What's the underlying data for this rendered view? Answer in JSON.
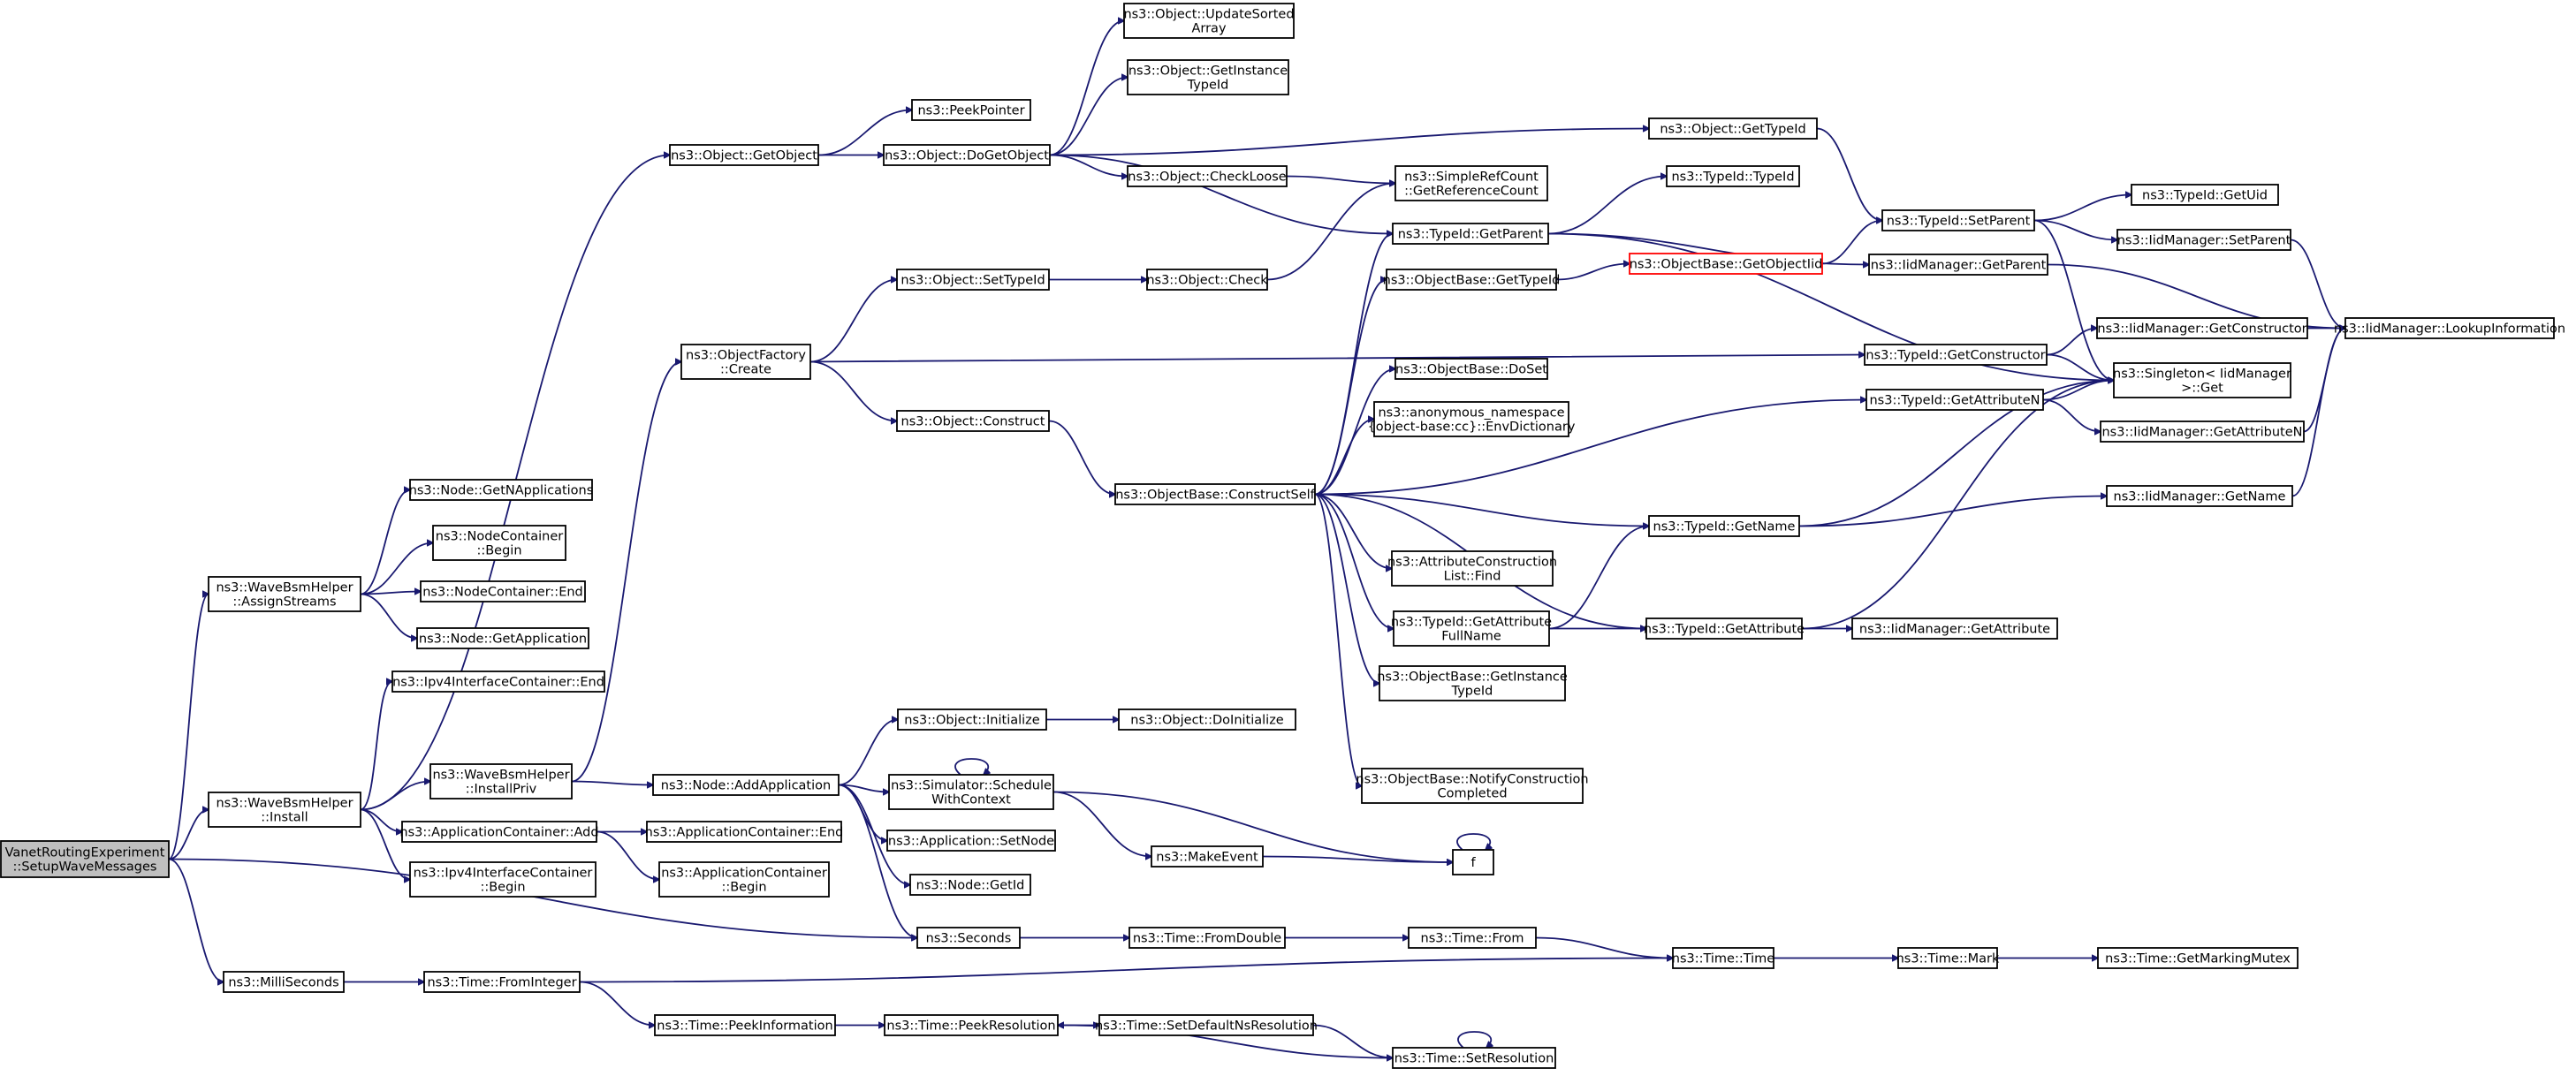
{
  "graph": {
    "nodes": [
      {
        "id": "root",
        "lines": [
          "VanetRoutingExperiment",
          "::SetupWaveMessages"
        ],
        "style": "root"
      },
      {
        "id": "milli",
        "lines": [
          "ns3::MilliSeconds"
        ]
      },
      {
        "id": "wbh_install",
        "lines": [
          "ns3::WaveBsmHelper",
          "::Install"
        ]
      },
      {
        "id": "wbh_assign",
        "lines": [
          "ns3::WaveBsmHelper",
          "::AssignStreams"
        ]
      },
      {
        "id": "seconds",
        "lines": [
          "ns3::Seconds"
        ]
      },
      {
        "id": "node_getn",
        "lines": [
          "ns3::Node::GetNApplications"
        ]
      },
      {
        "id": "nc_begin",
        "lines": [
          "ns3::NodeContainer",
          "::Begin"
        ]
      },
      {
        "id": "nc_end",
        "lines": [
          "ns3::NodeContainer::End"
        ]
      },
      {
        "id": "node_getapp",
        "lines": [
          "ns3::Node::GetApplication"
        ]
      },
      {
        "id": "ipv4_end",
        "lines": [
          "ns3::Ipv4InterfaceContainer::End"
        ]
      },
      {
        "id": "wbh_installpriv",
        "lines": [
          "ns3::WaveBsmHelper",
          "::InstallPriv"
        ]
      },
      {
        "id": "appc_add",
        "lines": [
          "ns3::ApplicationContainer::Add"
        ]
      },
      {
        "id": "ipv4_begin",
        "lines": [
          "ns3::Ipv4InterfaceContainer",
          "::Begin"
        ]
      },
      {
        "id": "time_fromint",
        "lines": [
          "ns3::Time::FromInteger"
        ]
      },
      {
        "id": "obj_getobject",
        "lines": [
          "ns3::Object::GetObject"
        ]
      },
      {
        "id": "objfactory_create",
        "lines": [
          "ns3::ObjectFactory",
          "::Create"
        ]
      },
      {
        "id": "node_addapp",
        "lines": [
          "ns3::Node::AddApplication"
        ]
      },
      {
        "id": "appc_end",
        "lines": [
          "ns3::ApplicationContainer::End"
        ]
      },
      {
        "id": "appc_begin",
        "lines": [
          "ns3::ApplicationContainer",
          "::Begin"
        ]
      },
      {
        "id": "time_peekinfo",
        "lines": [
          "ns3::Time::PeekInformation"
        ]
      },
      {
        "id": "peekpointer",
        "lines": [
          "ns3::PeekPointer"
        ]
      },
      {
        "id": "obj_dogetobject",
        "lines": [
          "ns3::Object::DoGetObject"
        ]
      },
      {
        "id": "obj_settypeid",
        "lines": [
          "ns3::Object::SetTypeId"
        ]
      },
      {
        "id": "obj_construct",
        "lines": [
          "ns3::Object::Construct"
        ]
      },
      {
        "id": "obj_initialize",
        "lines": [
          "ns3::Object::Initialize"
        ]
      },
      {
        "id": "sim_schedule",
        "lines": [
          "ns3::Simulator::Schedule",
          "WithContext"
        ]
      },
      {
        "id": "app_setnode",
        "lines": [
          "ns3::Application::SetNode"
        ]
      },
      {
        "id": "node_getid",
        "lines": [
          "ns3::Node::GetId"
        ]
      },
      {
        "id": "time_peekres",
        "lines": [
          "ns3::Time::PeekResolution"
        ]
      },
      {
        "id": "obj_updatesorted",
        "lines": [
          "ns3::Object::UpdateSorted",
          "Array"
        ]
      },
      {
        "id": "obj_getinstancetypeid",
        "lines": [
          "ns3::Object::GetInstance",
          "TypeId"
        ]
      },
      {
        "id": "obj_checkloose",
        "lines": [
          "ns3::Object::CheckLoose"
        ]
      },
      {
        "id": "obj_check",
        "lines": [
          "ns3::Object::Check"
        ]
      },
      {
        "id": "objbase_constructself",
        "lines": [
          "ns3::ObjectBase::ConstructSelf"
        ]
      },
      {
        "id": "obj_doinitialize",
        "lines": [
          "ns3::Object::DoInitialize"
        ]
      },
      {
        "id": "makeevent",
        "lines": [
          "ns3::MakeEvent"
        ]
      },
      {
        "id": "time_fromdouble",
        "lines": [
          "ns3::Time::FromDouble"
        ]
      },
      {
        "id": "time_setdefault",
        "lines": [
          "ns3::Time::SetDefaultNsResolution"
        ]
      },
      {
        "id": "simplerefcount",
        "lines": [
          "ns3::SimpleRefCount",
          "::GetReferenceCount"
        ]
      },
      {
        "id": "typeid_getparent",
        "lines": [
          "ns3::TypeId::GetParent"
        ]
      },
      {
        "id": "objbase_gettypeid",
        "lines": [
          "ns3::ObjectBase::GetTypeId"
        ]
      },
      {
        "id": "objbase_doset",
        "lines": [
          "ns3::ObjectBase::DoSet"
        ]
      },
      {
        "id": "anon_envdict",
        "lines": [
          "ns3::anonymous_namespace",
          "{object-base:cc}::EnvDictionary"
        ]
      },
      {
        "id": "attrconstr_find",
        "lines": [
          "ns3::AttributeConstruction",
          "List::Find"
        ]
      },
      {
        "id": "typeid_getattrfull",
        "lines": [
          "ns3::TypeId::GetAttribute",
          "FullName"
        ]
      },
      {
        "id": "objbase_getinstance",
        "lines": [
          "ns3::ObjectBase::GetInstance",
          "TypeId"
        ]
      },
      {
        "id": "objbase_notify",
        "lines": [
          "ns3::ObjectBase::NotifyConstruction",
          "Completed"
        ]
      },
      {
        "id": "f",
        "lines": [
          "f"
        ]
      },
      {
        "id": "time_from",
        "lines": [
          "ns3::Time::From"
        ]
      },
      {
        "id": "time_setres",
        "lines": [
          "ns3::Time::SetResolution"
        ]
      },
      {
        "id": "obj_gettypeid",
        "lines": [
          "ns3::Object::GetTypeId"
        ]
      },
      {
        "id": "typeid_typeid",
        "lines": [
          "ns3::TypeId::TypeId"
        ]
      },
      {
        "id": "objbase_getobjectiid",
        "lines": [
          "ns3::ObjectBase::GetObjectIid"
        ],
        "style": "red"
      },
      {
        "id": "typeid_getname",
        "lines": [
          "ns3::TypeId::GetName"
        ]
      },
      {
        "id": "typeid_getattribute",
        "lines": [
          "ns3::TypeId::GetAttribute"
        ]
      },
      {
        "id": "time_time",
        "lines": [
          "ns3::Time::Time"
        ]
      },
      {
        "id": "typeid_setparent",
        "lines": [
          "ns3::TypeId::SetParent"
        ]
      },
      {
        "id": "iid_getparent",
        "lines": [
          "ns3::IidManager::GetParent"
        ]
      },
      {
        "id": "typeid_getconstructor",
        "lines": [
          "ns3::TypeId::GetConstructor"
        ]
      },
      {
        "id": "typeid_getattributen",
        "lines": [
          "ns3::TypeId::GetAttributeN"
        ]
      },
      {
        "id": "iid_getattribute",
        "lines": [
          "ns3::IidManager::GetAttribute"
        ]
      },
      {
        "id": "time_mark",
        "lines": [
          "ns3::Time::Mark"
        ]
      },
      {
        "id": "typeid_getuid",
        "lines": [
          "ns3::TypeId::GetUid"
        ]
      },
      {
        "id": "iid_setparent",
        "lines": [
          "ns3::IidManager::SetParent"
        ]
      },
      {
        "id": "iid_getconstructor",
        "lines": [
          "ns3::IidManager::GetConstructor"
        ]
      },
      {
        "id": "singleton_get",
        "lines": [
          "ns3::Singleton< IidManager",
          " >::Get"
        ]
      },
      {
        "id": "iid_getattributen",
        "lines": [
          "ns3::IidManager::GetAttributeN"
        ]
      },
      {
        "id": "iid_getname",
        "lines": [
          "ns3::IidManager::GetName"
        ]
      },
      {
        "id": "time_getmarkingmutex",
        "lines": [
          "ns3::Time::GetMarkingMutex"
        ]
      },
      {
        "id": "iid_lookupinfo",
        "lines": [
          "ns3::IidManager::LookupInformation"
        ]
      }
    ],
    "edges": [
      [
        "root",
        "milli"
      ],
      [
        "root",
        "wbh_install"
      ],
      [
        "root",
        "wbh_assign"
      ],
      [
        "root",
        "seconds"
      ],
      [
        "wbh_assign",
        "node_getn"
      ],
      [
        "wbh_assign",
        "nc_begin"
      ],
      [
        "wbh_assign",
        "nc_end"
      ],
      [
        "wbh_assign",
        "node_getapp"
      ],
      [
        "wbh_install",
        "ipv4_end"
      ],
      [
        "wbh_install",
        "wbh_installpriv"
      ],
      [
        "wbh_install",
        "appc_add"
      ],
      [
        "wbh_install",
        "ipv4_begin"
      ],
      [
        "wbh_install",
        "obj_getobject"
      ],
      [
        "milli",
        "time_fromint"
      ],
      [
        "wbh_installpriv",
        "objfactory_create"
      ],
      [
        "wbh_installpriv",
        "node_addapp"
      ],
      [
        "appc_add",
        "appc_end"
      ],
      [
        "appc_add",
        "appc_begin"
      ],
      [
        "time_fromint",
        "time_peekinfo"
      ],
      [
        "time_fromint",
        "time_time"
      ],
      [
        "obj_getobject",
        "peekpointer"
      ],
      [
        "obj_getobject",
        "obj_dogetobject"
      ],
      [
        "objfactory_create",
        "obj_settypeid"
      ],
      [
        "objfactory_create",
        "obj_construct"
      ],
      [
        "objfactory_create",
        "typeid_getconstructor"
      ],
      [
        "node_addapp",
        "obj_initialize"
      ],
      [
        "node_addapp",
        "sim_schedule"
      ],
      [
        "node_addapp",
        "app_setnode"
      ],
      [
        "node_addapp",
        "node_getid"
      ],
      [
        "node_addapp",
        "seconds"
      ],
      [
        "time_peekinfo",
        "time_peekres"
      ],
      [
        "obj_dogetobject",
        "obj_updatesorted"
      ],
      [
        "obj_dogetobject",
        "obj_getinstancetypeid"
      ],
      [
        "obj_dogetobject",
        "obj_checkloose"
      ],
      [
        "obj_dogetobject",
        "obj_gettypeid"
      ],
      [
        "obj_dogetobject",
        "typeid_getparent"
      ],
      [
        "obj_settypeid",
        "obj_check"
      ],
      [
        "obj_construct",
        "objbase_constructself"
      ],
      [
        "obj_initialize",
        "obj_doinitialize"
      ],
      [
        "sim_schedule",
        "sim_schedule"
      ],
      [
        "sim_schedule",
        "makeevent"
      ],
      [
        "sim_schedule",
        "f"
      ],
      [
        "seconds",
        "time_fromdouble"
      ],
      [
        "time_peekres",
        "time_setdefault"
      ],
      [
        "obj_checkloose",
        "simplerefcount"
      ],
      [
        "obj_check",
        "simplerefcount"
      ],
      [
        "objbase_constructself",
        "typeid_getparent"
      ],
      [
        "objbase_constructself",
        "objbase_gettypeid"
      ],
      [
        "objbase_constructself",
        "objbase_doset"
      ],
      [
        "objbase_constructself",
        "anon_envdict"
      ],
      [
        "objbase_constructself",
        "attrconstr_find"
      ],
      [
        "objbase_constructself",
        "typeid_getattrfull"
      ],
      [
        "objbase_constructself",
        "objbase_getinstance"
      ],
      [
        "objbase_constructself",
        "objbase_notify"
      ],
      [
        "objbase_constructself",
        "typeid_getname"
      ],
      [
        "objbase_constructself",
        "typeid_getattribute"
      ],
      [
        "objbase_constructself",
        "typeid_getattributen"
      ],
      [
        "makeevent",
        "f"
      ],
      [
        "f",
        "f"
      ],
      [
        "time_fromdouble",
        "time_from"
      ],
      [
        "time_setdefault",
        "time_setres"
      ],
      [
        "time_setres",
        "time_peekres"
      ],
      [
        "time_setres",
        "time_setres"
      ],
      [
        "typeid_getparent",
        "typeid_typeid"
      ],
      [
        "typeid_getparent",
        "iid_getparent"
      ],
      [
        "typeid_getparent",
        "singleton_get"
      ],
      [
        "objbase_gettypeid",
        "objbase_getobjectiid"
      ],
      [
        "objbase_getobjectiid",
        "typeid_setparent"
      ],
      [
        "typeid_getattrfull",
        "typeid_getname"
      ],
      [
        "typeid_getattrfull",
        "typeid_getattribute"
      ],
      [
        "time_from",
        "time_time"
      ],
      [
        "obj_gettypeid",
        "typeid_setparent"
      ],
      [
        "typeid_getname",
        "singleton_get"
      ],
      [
        "typeid_getname",
        "iid_getname"
      ],
      [
        "typeid_getattribute",
        "iid_getattribute"
      ],
      [
        "typeid_getattribute",
        "singleton_get"
      ],
      [
        "time_time",
        "time_mark"
      ],
      [
        "typeid_setparent",
        "typeid_getuid"
      ],
      [
        "typeid_setparent",
        "iid_setparent"
      ],
      [
        "typeid_setparent",
        "singleton_get"
      ],
      [
        "iid_getparent",
        "iid_lookupinfo"
      ],
      [
        "typeid_getconstructor",
        "iid_getconstructor"
      ],
      [
        "typeid_getconstructor",
        "singleton_get"
      ],
      [
        "typeid_getattributen",
        "singleton_get"
      ],
      [
        "typeid_getattributen",
        "iid_getattributen"
      ],
      [
        "time_mark",
        "time_getmarkingmutex"
      ],
      [
        "iid_setparent",
        "iid_lookupinfo"
      ],
      [
        "iid_getconstructor",
        "iid_lookupinfo"
      ],
      [
        "iid_getattributen",
        "iid_lookupinfo"
      ],
      [
        "iid_getname",
        "iid_lookupinfo"
      ]
    ]
  }
}
